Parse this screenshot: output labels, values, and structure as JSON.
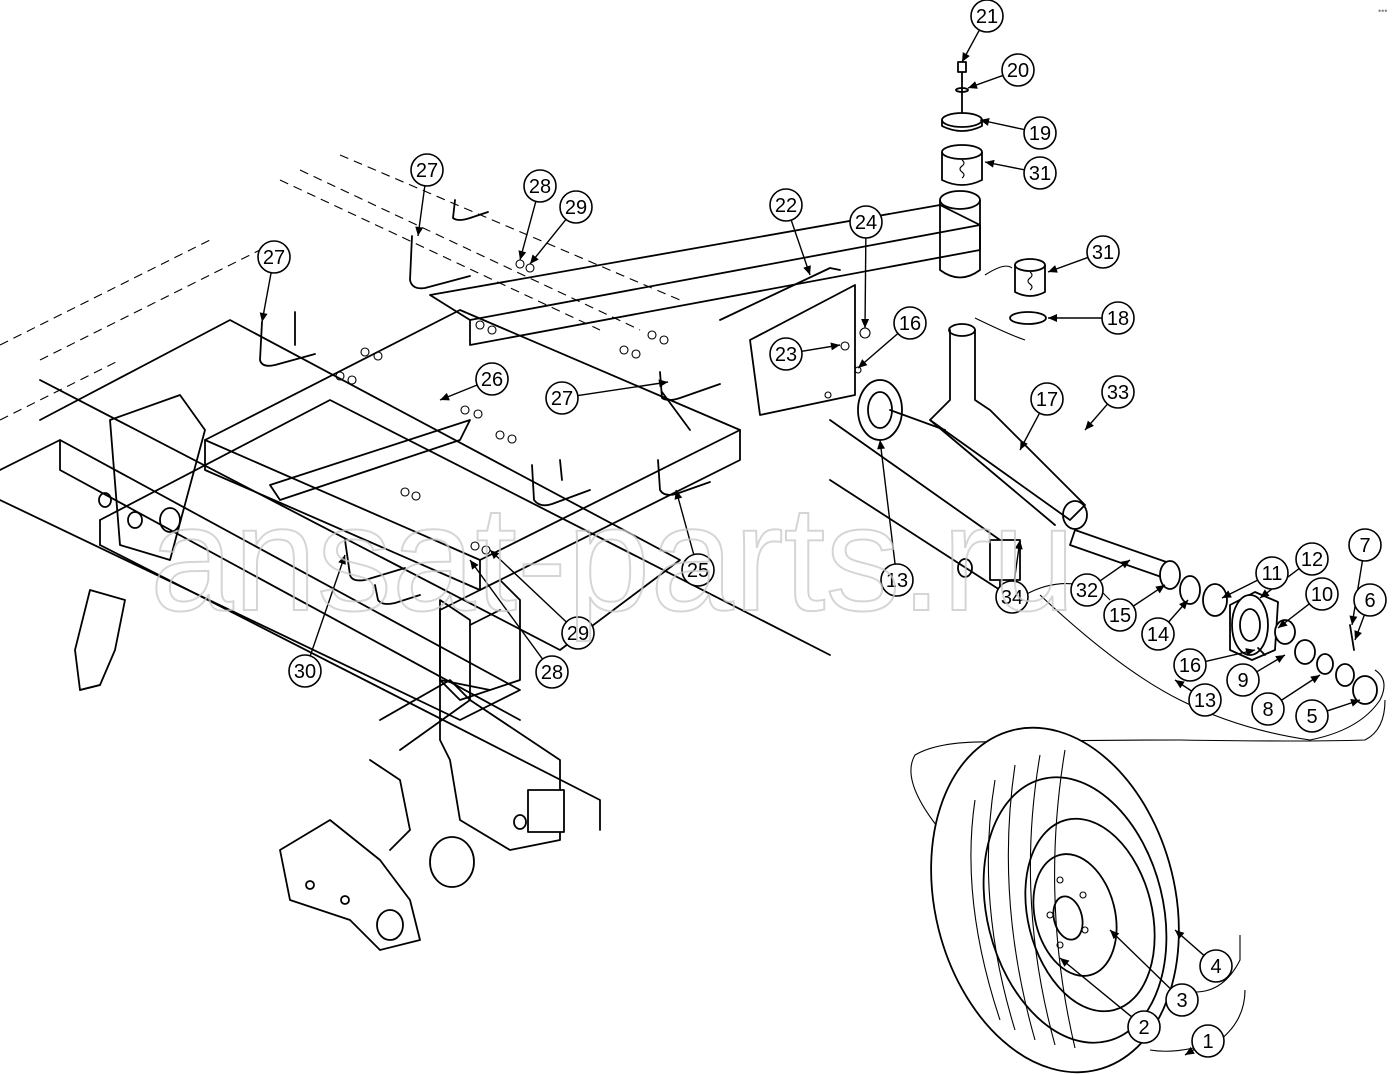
{
  "watermark": "ansat-parts.ru",
  "callouts": [
    {
      "id": "c21",
      "label": "21"
    },
    {
      "id": "c20",
      "label": "20"
    },
    {
      "id": "c19",
      "label": "19"
    },
    {
      "id": "c31a",
      "label": "31"
    },
    {
      "id": "c31b",
      "label": "31"
    },
    {
      "id": "c18",
      "label": "18"
    },
    {
      "id": "c22",
      "label": "22"
    },
    {
      "id": "c24",
      "label": "24"
    },
    {
      "id": "c23",
      "label": "23"
    },
    {
      "id": "c16a",
      "label": "16"
    },
    {
      "id": "c17",
      "label": "17"
    },
    {
      "id": "c33",
      "label": "33"
    },
    {
      "id": "c27a",
      "label": "27"
    },
    {
      "id": "c28a",
      "label": "28"
    },
    {
      "id": "c29a",
      "label": "29"
    },
    {
      "id": "c27b",
      "label": "27"
    },
    {
      "id": "c26",
      "label": "26"
    },
    {
      "id": "c27c",
      "label": "27"
    },
    {
      "id": "c25",
      "label": "25"
    },
    {
      "id": "c13a",
      "label": "13"
    },
    {
      "id": "c34",
      "label": "34"
    },
    {
      "id": "c32",
      "label": "32"
    },
    {
      "id": "c12",
      "label": "12"
    },
    {
      "id": "c7",
      "label": "7"
    },
    {
      "id": "c11",
      "label": "11"
    },
    {
      "id": "c10",
      "label": "10"
    },
    {
      "id": "c6",
      "label": "6"
    },
    {
      "id": "c15",
      "label": "15"
    },
    {
      "id": "c14",
      "label": "14"
    },
    {
      "id": "c16b",
      "label": "16"
    },
    {
      "id": "c9",
      "label": "9"
    },
    {
      "id": "c8",
      "label": "8"
    },
    {
      "id": "c5",
      "label": "5"
    },
    {
      "id": "c13b",
      "label": "13"
    },
    {
      "id": "c29b",
      "label": "29"
    },
    {
      "id": "c28b",
      "label": "28"
    },
    {
      "id": "c30",
      "label": "30"
    },
    {
      "id": "c4",
      "label": "4"
    },
    {
      "id": "c3",
      "label": "3"
    },
    {
      "id": "c2",
      "label": "2"
    },
    {
      "id": "c1",
      "label": "1"
    }
  ]
}
